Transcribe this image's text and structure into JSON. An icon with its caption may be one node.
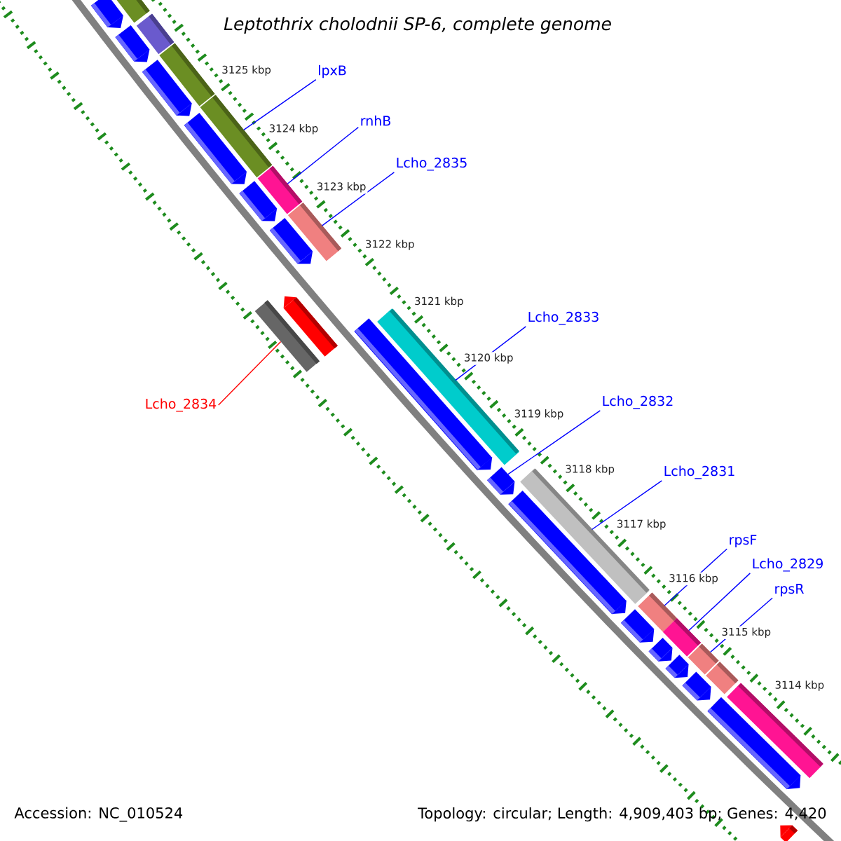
{
  "diagram": {
    "title": "Leptothrix cholodnii SP-6, complete genome",
    "nodes": [
      {
        "text": [
          "lpxB"
        ]
      },
      {
        "text": [
          "rnhB"
        ]
      },
      {
        "text": [
          "Lcho_2835"
        ]
      },
      {
        "text": [
          "Lcho_2833"
        ]
      },
      {
        "text": [
          "Lcho_2832"
        ]
      },
      {
        "text": [
          "Lcho_2834"
        ]
      },
      {
        "text": [
          "Lcho_2831"
        ]
      },
      {
        "text": [
          "rpsF"
        ]
      },
      {
        "text": [
          "Lcho_2829"
        ]
      },
      {
        "text": [
          "rpsR"
        ]
      },
      {
        "text": [],
        "shape": "bar"
      },
      {
        "text": [],
        "shape": "bar"
      },
      {
        "text": [],
        "shape": "bar"
      },
      {
        "text": [],
        "shape": "bar"
      },
      {
        "text": [],
        "shape": "bar"
      },
      {
        "text": [],
        "shape": "bar"
      },
      {
        "text": [],
        "shape": "bar"
      },
      {
        "text": [],
        "shape": "bar"
      },
      {
        "text": [],
        "shape": "bar"
      },
      {
        "text": [],
        "shape": "bar"
      },
      {
        "text": [],
        "shape": "bar"
      },
      {
        "text": [],
        "shape": "bar"
      },
      {
        "text": [],
        "shape": "bar"
      },
      {
        "text": [],
        "shape": "bar"
      },
      {
        "text": [],
        "shape": "bar"
      },
      {
        "text": [],
        "shape": "bar"
      },
      {
        "text": [],
        "shape": "bar"
      },
      {
        "text": [],
        "shape": "bar"
      },
      {
        "text": [],
        "shape": "bar"
      },
      {
        "text": [],
        "shape": "bar"
      },
      {
        "text": [],
        "shape": "bar"
      },
      {
        "text": [],
        "shape": "bar"
      },
      {
        "text": [],
        "shape": "bar"
      },
      {
        "text": [],
        "shape": "bar"
      },
      {
        "text": [],
        "shape": "bar"
      },
      {
        "text": [],
        "shape": "bar"
      },
      {
        "text": [],
        "shape": "bar"
      },
      {
        "text": [],
        "shape": "bar"
      },
      {
        "text": [],
        "shape": "bar"
      },
      {
        "text": [],
        "shape": "bar"
      }
    ],
    "edges": [
      {
        "from": 0,
        "to": 16,
        "arrow": "none"
      },
      {
        "from": 1,
        "to": 18,
        "arrow": "none"
      },
      {
        "from": 2,
        "to": 20,
        "arrow": "none"
      },
      {
        "from": 3,
        "to": 24,
        "arrow": "none"
      },
      {
        "from": 4,
        "to": 26,
        "arrow": "none"
      },
      {
        "from": 5,
        "to": 23,
        "arrow": "none",
        "color": "#ff0000"
      },
      {
        "from": 6,
        "to": 27,
        "arrow": "none"
      },
      {
        "from": 7,
        "to": 29,
        "arrow": "none"
      },
      {
        "from": 8,
        "to": 31,
        "arrow": "none"
      },
      {
        "from": 9,
        "to": 33,
        "arrow": "none"
      }
    ],
    "labels": [
      "3125 kbp",
      "3124 kbp",
      "3123 kbp",
      "3122 kbp",
      "3121 kbp",
      "3120 kbp",
      "3119 kbp",
      "3118 kbp",
      "3117 kbp",
      "3116 kbp",
      "3115 kbp",
      "3114 kbp",
      "Accession: NC_010524",
      "Topology: circular; Length: 4,909,403 bp; Genes: 4,420"
    ]
  }
}
